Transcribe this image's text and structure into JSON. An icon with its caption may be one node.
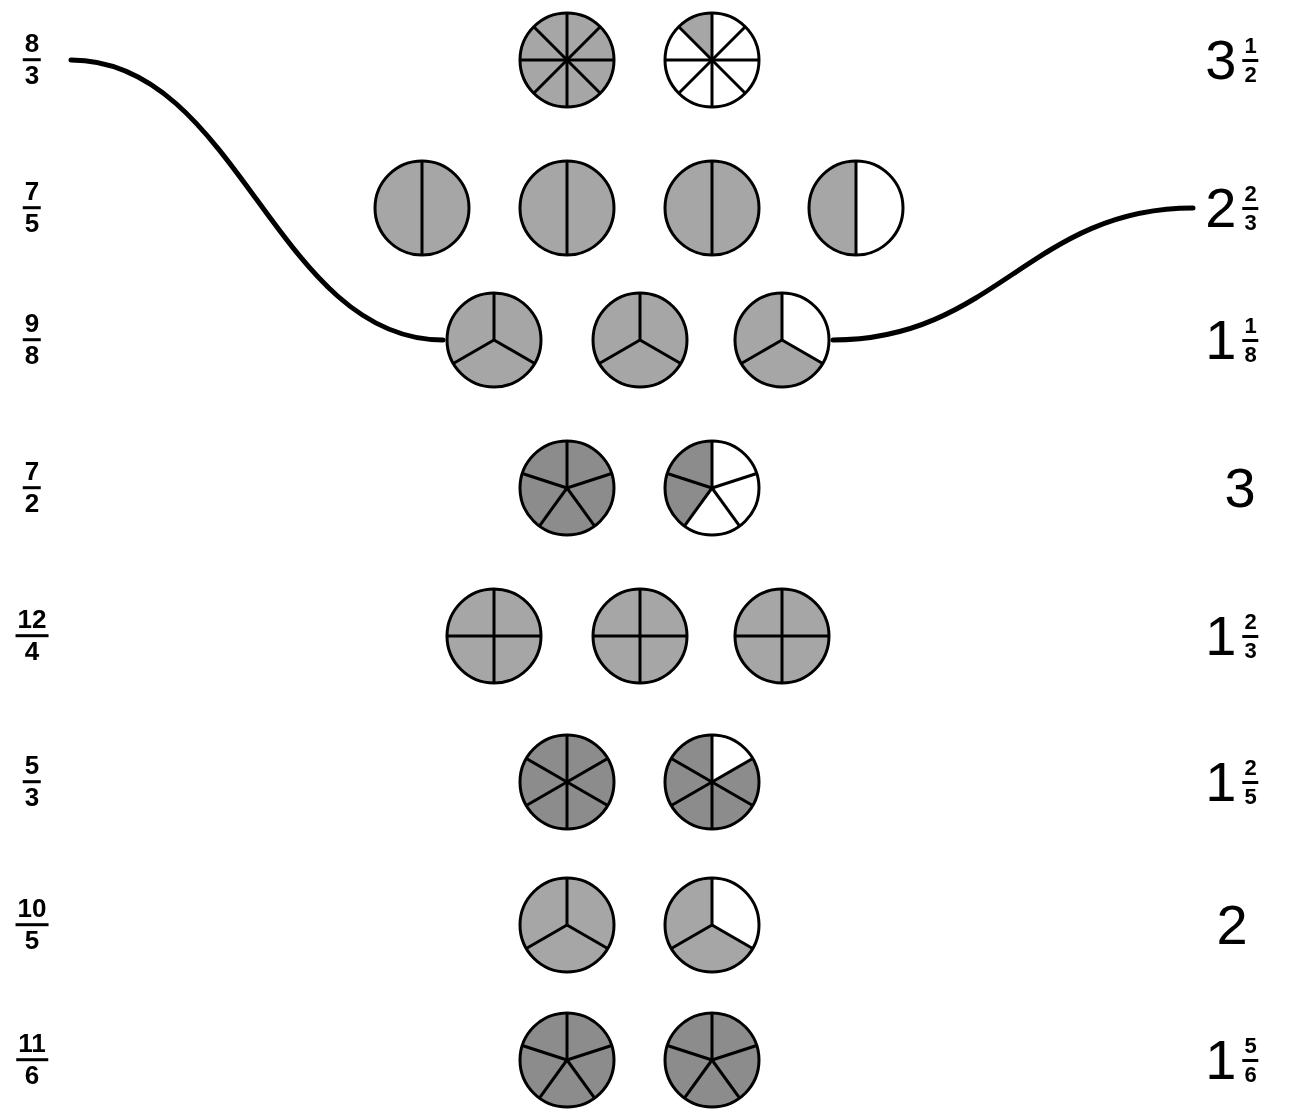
{
  "diagram": {
    "nodes": [
      {
        "text": [
          "8",
          "3"
        ]
      },
      {
        "text": [],
        "shape": "circle"
      },
      {
        "text": [],
        "shape": "circle"
      },
      {
        "text": [
          "3",
          "1",
          "2"
        ]
      },
      {
        "text": [
          "7",
          "5"
        ]
      },
      {
        "text": [],
        "shape": "circle"
      },
      {
        "text": [],
        "shape": "circle"
      },
      {
        "text": [],
        "shape": "circle"
      },
      {
        "text": [],
        "shape": "circle"
      },
      {
        "text": [
          "2",
          "2",
          "3"
        ]
      },
      {
        "text": [
          "9",
          "8"
        ]
      },
      {
        "text": [],
        "shape": "circle"
      },
      {
        "text": [],
        "shape": "circle"
      },
      {
        "text": [],
        "shape": "circle"
      },
      {
        "text": [
          "1",
          "1",
          "8"
        ]
      },
      {
        "text": [
          "7",
          "2"
        ]
      },
      {
        "text": [],
        "shape": "circle"
      },
      {
        "text": [],
        "shape": "circle"
      },
      {
        "text": [
          "3"
        ]
      },
      {
        "text": [
          "12",
          "4"
        ]
      },
      {
        "text": [],
        "shape": "circle"
      },
      {
        "text": [],
        "shape": "circle"
      },
      {
        "text": [],
        "shape": "circle"
      },
      {
        "text": [
          "1",
          "2",
          "3"
        ]
      },
      {
        "text": [
          "5",
          "3"
        ]
      },
      {
        "text": [],
        "shape": "circle"
      },
      {
        "text": [],
        "shape": "circle"
      },
      {
        "text": [
          "1",
          "2",
          "5"
        ]
      },
      {
        "text": [
          "10",
          "5"
        ]
      },
      {
        "text": [],
        "shape": "circle"
      },
      {
        "text": [],
        "shape": "circle"
      },
      {
        "text": [
          "2"
        ]
      },
      {
        "text": [
          "11",
          "6"
        ]
      },
      {
        "text": [],
        "shape": "circle"
      },
      {
        "text": [],
        "shape": "circle"
      },
      {
        "text": [
          "1",
          "5",
          "6"
        ]
      }
    ],
    "edges": [
      {
        "from": 0,
        "to": 11,
        "arrow": "none"
      },
      {
        "from": 13,
        "to": 9,
        "arrow": "none"
      }
    ]
  }
}
